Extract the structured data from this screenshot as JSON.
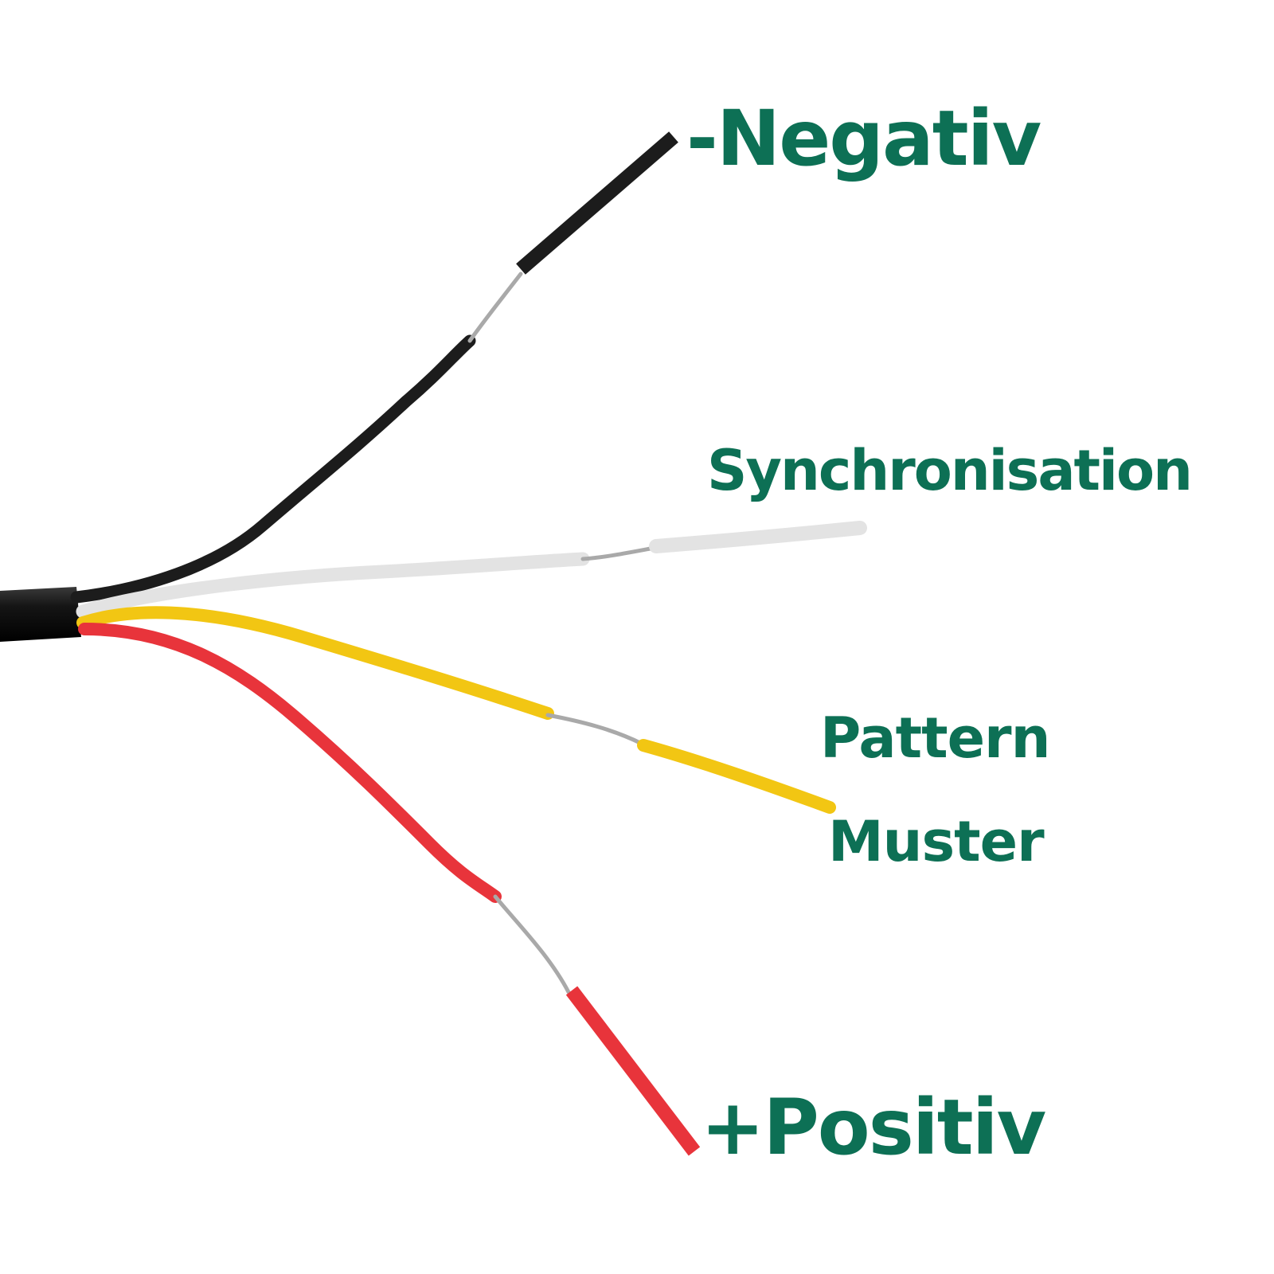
{
  "labels": {
    "negative": "-Negativ",
    "synchronisation": "Synchronisation",
    "pattern": "Pattern",
    "muster": "Muster",
    "positive": "+Positiv"
  },
  "colors": {
    "label_text": "#0d7055",
    "background": "#ffffff",
    "sheath": "#111111",
    "wire_black": "#1c1c1c",
    "wire_white": "#e3e3e3",
    "wire_yellow": "#f2c613",
    "wire_red": "#e8343b",
    "bare_conductor": "#a9a9a9"
  },
  "icons": {
    "cable": "multi-core-cable-with-stripped-wires"
  }
}
